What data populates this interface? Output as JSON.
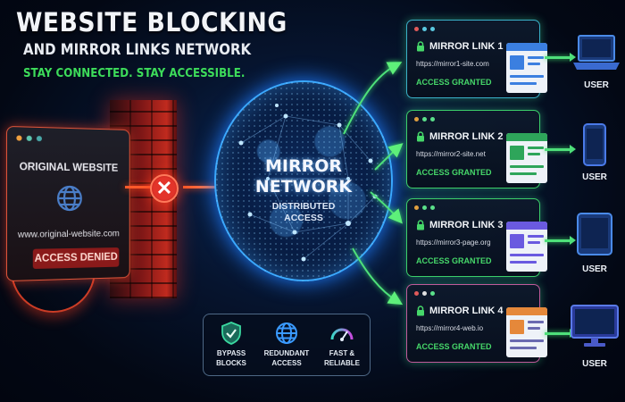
{
  "header": {
    "title": "WEBSITE BLOCKING",
    "subtitle": "AND MIRROR LINKS NETWORK",
    "tagline": "STAY CONNECTED. STAY ACCESSIBLE."
  },
  "original_site": {
    "title": "ORIGINAL WEBSITE",
    "icon": "globe-icon",
    "url": "www.original-website.com",
    "status": "ACCESS DENIED",
    "block_icon": "x-icon"
  },
  "network": {
    "title_line1": "MIRROR",
    "title_line2": "NETWORK",
    "caption_line1": "DISTRIBUTED",
    "caption_line2": "ACCESS"
  },
  "mirrors": [
    {
      "title": "MIRROR LINK 1",
      "url": "https://mirror1-site.com",
      "status": "ACCESS GRANTED",
      "theme": "#3b7fe0",
      "device": "laptop-icon",
      "user_label": "USER"
    },
    {
      "title": "MIRROR LINK 2",
      "url": "https://mirror2-site.net",
      "status": "ACCESS GRANTED",
      "theme": "#2ea55a",
      "device": "phone-icon",
      "user_label": "USER"
    },
    {
      "title": "MIRROR LINK 3",
      "url": "https://mirror3-page.org",
      "status": "ACCESS GRANTED",
      "theme": "#6a5ae0",
      "device": "tablet-icon",
      "user_label": "USER"
    },
    {
      "title": "MIRROR LINK 4",
      "url": "https://mirror4-web.io",
      "status": "ACCESS GRANTED",
      "theme": "#e5883a",
      "device": "monitor-icon",
      "user_label": "USER"
    }
  ],
  "features": [
    {
      "icon": "shield-check-icon",
      "line1": "BYPASS",
      "line2": "BLOCKS"
    },
    {
      "icon": "globe-icon",
      "line1": "REDUNDANT",
      "line2": "ACCESS"
    },
    {
      "icon": "speedometer-icon",
      "line1": "FAST &",
      "line2": "RELIABLE"
    }
  ],
  "colors": {
    "accent_green": "#3ddc5a",
    "danger_red": "#e3342a",
    "network_blue": "#3aa8ff"
  }
}
